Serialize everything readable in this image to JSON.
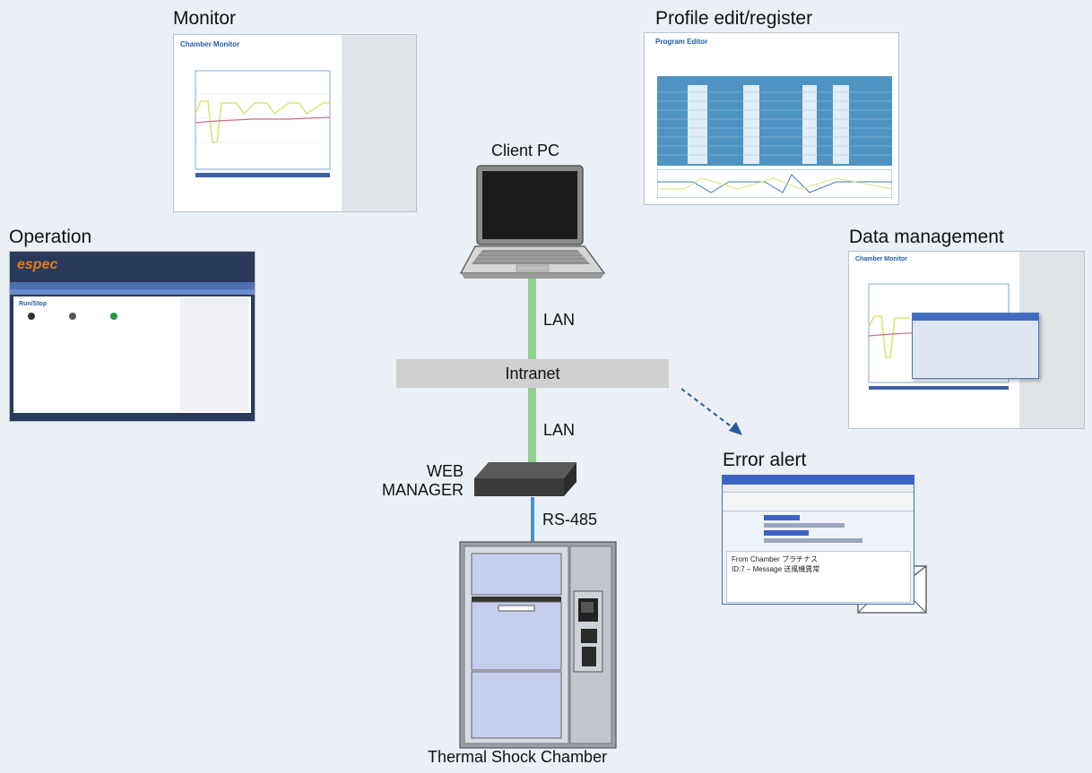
{
  "labels": {
    "monitor": "Monitor",
    "profile": "Profile edit/register",
    "operation": "Operation",
    "data_management": "Data management",
    "client_pc": "Client PC",
    "lan_top": "LAN",
    "intranet": "Intranet",
    "lan_bottom": "LAN",
    "web_manager_1": "WEB",
    "web_manager_2": "MANAGER",
    "rs485": "RS-485",
    "error_alert": "Error alert",
    "chamber": "Thermal Shock Chamber"
  },
  "thumbnails": {
    "monitor_title": "Chamber Monitor",
    "profile_title": "Program Editor",
    "operation_logo": "espec",
    "operation_title": "Run/Stop",
    "data_title": "Chamber Monitor",
    "mail_from": "From Chamber プラチナス",
    "mail_body": "ID:7 – Message 送風機異常"
  },
  "colors": {
    "lan": "#8fcf8f",
    "rs485": "#4a90d0",
    "alert_arrow": "#2a5aa0",
    "background": "#eaf0f6",
    "intranet": "#cfcfcf"
  }
}
